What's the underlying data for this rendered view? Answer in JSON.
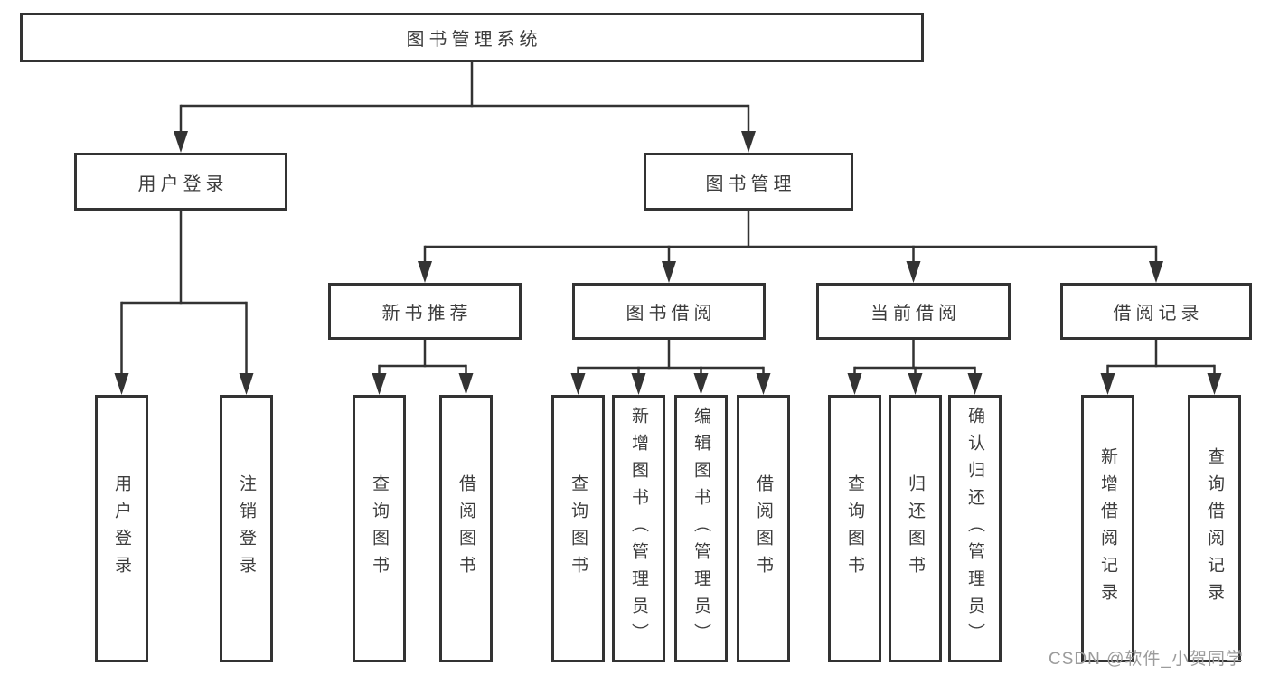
{
  "diagram": {
    "title": {
      "label": "图书管理系统"
    },
    "level2": [
      {
        "id": "user-login",
        "label": "用户登录"
      },
      {
        "id": "book-management",
        "label": "图书管理"
      }
    ],
    "level3": [
      {
        "id": "new-book-recommend",
        "label": "新书推荐"
      },
      {
        "id": "book-borrow",
        "label": "图书借阅"
      },
      {
        "id": "current-borrow",
        "label": "当前借阅"
      },
      {
        "id": "borrow-records",
        "label": "借阅记录"
      }
    ],
    "leaves": {
      "user_login": [
        "用户登录",
        "注销登录"
      ],
      "new_book_recommend": [
        "查询图书",
        "借阅图书"
      ],
      "book_borrow": [
        "查询图书",
        "新增图书（管理员）",
        "编辑图书（管理员）",
        "借阅图书"
      ],
      "current_borrow": [
        "查询图书",
        "归还图书",
        "确认归还（管理员）"
      ],
      "borrow_records": [
        "新增借阅记录",
        "查询借阅记录"
      ]
    },
    "watermark": "CSDN @软件_小贺同学",
    "colors": {
      "line": "#333333",
      "border": "#333333",
      "text": "#3d3d3d",
      "watermark": "#9c9c9c",
      "background": "#ffffff"
    }
  }
}
